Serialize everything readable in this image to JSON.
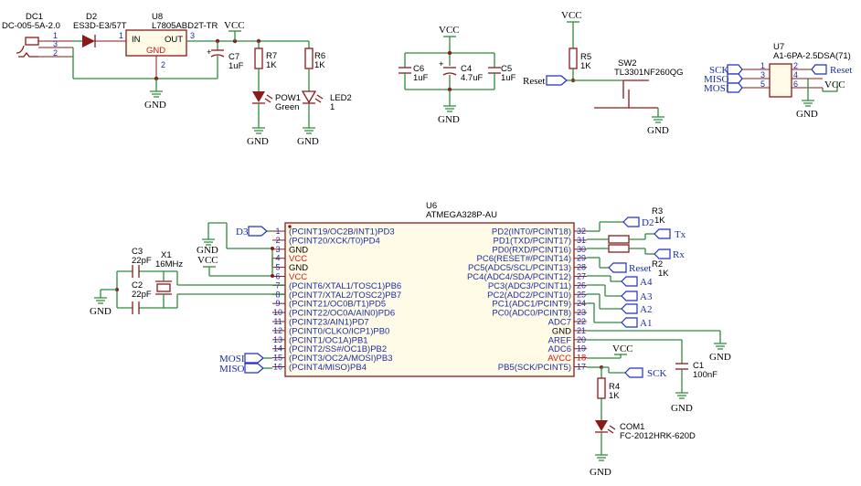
{
  "power": {
    "vcc": "VCC",
    "gnd": "GND"
  },
  "dc1": {
    "ref": "DC1",
    "value": "DC-005-5A-2.0",
    "pins": [
      "1",
      "3",
      "2"
    ]
  },
  "d2": {
    "ref": "D2",
    "value": "ES3D-E3/57T",
    "pin": "1"
  },
  "u8": {
    "ref": "U8",
    "value": "L7805ABD2T-TR",
    "in": "IN",
    "out": "OUT",
    "gnd": "GND",
    "pin_in": "1",
    "pin_out": "3",
    "pin_gnd": "2"
  },
  "c7": {
    "ref": "C7",
    "value": "1uF"
  },
  "r7": {
    "ref": "R7",
    "value": "1K"
  },
  "r6": {
    "ref": "R6",
    "value": "1K"
  },
  "pow1": {
    "ref": "POW1",
    "value": "Green"
  },
  "led2": {
    "ref": "LED2",
    "value": "1"
  },
  "c6": {
    "ref": "C6",
    "value": "1uF"
  },
  "c4": {
    "ref": "C4",
    "value": "4.7uF"
  },
  "c5": {
    "ref": "C5",
    "value": "1uF"
  },
  "r5": {
    "ref": "R5",
    "value": "1K"
  },
  "sw2": {
    "ref": "SW2",
    "value": "TL3301NF260QG"
  },
  "reset_flag": "Reset",
  "u7": {
    "ref": "U7",
    "value": "A1-6PA-2.5DSA(71)",
    "left": [
      "SCK",
      "MISO",
      "MOSI"
    ],
    "left_pins": [
      "1",
      "3",
      "5"
    ],
    "right_pins": [
      "2",
      "4",
      "6"
    ],
    "right_label": "Reset"
  },
  "u6": {
    "ref": "U6",
    "value": "ATMEGA328P-AU",
    "left_pins": [
      {
        "n": "1",
        "label": "(PCINT19/OC2B/INT1)PD3"
      },
      {
        "n": "2",
        "label": "(PCINT20/XCK/T0)PD4"
      },
      {
        "n": "3",
        "label": "GND"
      },
      {
        "n": "4",
        "label": "VCC",
        "red": true
      },
      {
        "n": "5",
        "label": "GND"
      },
      {
        "n": "6",
        "label": "VCC",
        "red": true
      },
      {
        "n": "7",
        "label": "(PCINT6/XTAL1/TOSC1)PB6"
      },
      {
        "n": "8",
        "label": "(PCINT7/XTAL2/TOSC2)PB7"
      },
      {
        "n": "9",
        "label": "(PCINT21/OC0B/T1)PD5"
      },
      {
        "n": "10",
        "label": "(PCINT22/OC0A/AIN0)PD6"
      },
      {
        "n": "11",
        "label": "(PCINT23/AIN1)PD7"
      },
      {
        "n": "12",
        "label": "(PCINT0/CLKO/ICP1)PB0"
      },
      {
        "n": "13",
        "label": "(PCINT1/OC1A)PB1"
      },
      {
        "n": "14",
        "label": "(PCINT2/SS#/OC1B)PB2"
      },
      {
        "n": "15",
        "label": "(PCINT3/OC2A/MOSI)PB3"
      },
      {
        "n": "16",
        "label": "(PCINT4/MISO)PB4"
      }
    ],
    "right_pins": [
      {
        "n": "32",
        "label": "PD2(INT0/PCINT18)"
      },
      {
        "n": "31",
        "label": "PD1(TXD/PCINT17)"
      },
      {
        "n": "30",
        "label": "PD0(RXD/PCINT16)"
      },
      {
        "n": "29",
        "label": "PC6(RESET#/PCINT14)"
      },
      {
        "n": "28",
        "label": "PC5(ADC5/SCL/PCINT13)"
      },
      {
        "n": "27",
        "label": "PC4(ADC4/SDA/PCINT12)"
      },
      {
        "n": "26",
        "label": "PC3(ADC3/PCINT11)"
      },
      {
        "n": "25",
        "label": "PC2(ADC2/PCINT10)"
      },
      {
        "n": "24",
        "label": "PC1(ADC1/PCINT9)"
      },
      {
        "n": "23",
        "label": "PC0(ADC0/PCINT8)"
      },
      {
        "n": "22",
        "label": "ADC7"
      },
      {
        "n": "21",
        "label": "GND"
      },
      {
        "n": "20",
        "label": "AREF"
      },
      {
        "n": "19",
        "label": "ADC6"
      },
      {
        "n": "18",
        "label": "AVCC",
        "red": true
      },
      {
        "n": "17",
        "label": "PB5(SCK/PCINT5)"
      }
    ]
  },
  "x1": {
    "ref": "X1",
    "value": "16MHz"
  },
  "c3": {
    "ref": "C3",
    "value": "22pF"
  },
  "c2": {
    "ref": "C2",
    "value": "22pF"
  },
  "r3": {
    "ref": "R3",
    "value": "1K"
  },
  "r2": {
    "ref": "R2",
    "value": "1K"
  },
  "r4": {
    "ref": "R4",
    "value": "1K"
  },
  "c1": {
    "ref": "C1",
    "value": "100nF"
  },
  "com1": {
    "ref": "COM1",
    "value": "FC-2012HRK-620D"
  },
  "flags": {
    "d3": "D3",
    "d2": "D2",
    "tx": "Tx",
    "rx": "Rx",
    "reset": "Reset",
    "a4": "A4",
    "a3": "A3",
    "a2": "A2",
    "a1": "A1",
    "mosi": "MOSI",
    "miso": "MISO",
    "sck": "SCK"
  }
}
